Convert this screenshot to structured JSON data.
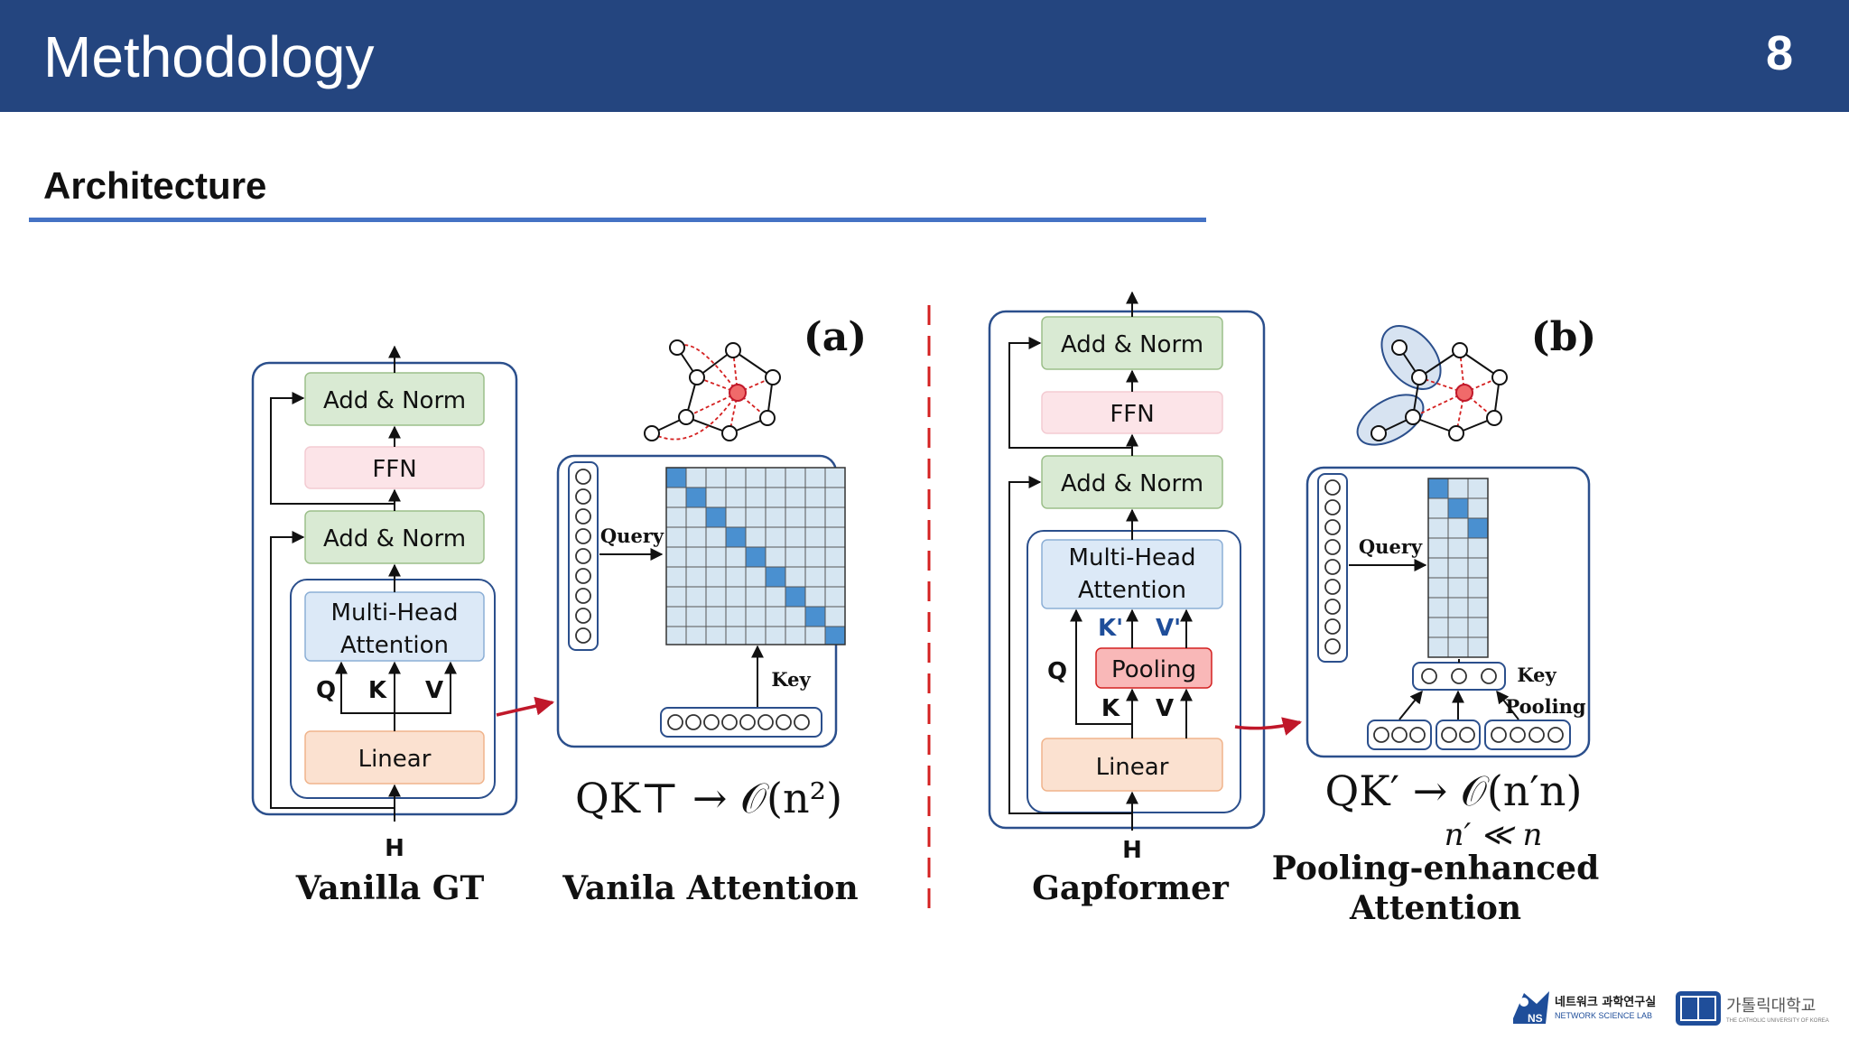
{
  "header": {
    "title": "Methodology",
    "page_number": "8"
  },
  "section": {
    "title": "Architecture"
  },
  "figure": {
    "panel_a": {
      "tag": "(a)",
      "blocks": {
        "add_norm_top": "Add & Norm",
        "ffn": "FFN",
        "add_norm_bottom": "Add & Norm",
        "mha_line1": "Multi-Head",
        "mha_line2": "Attention",
        "linear": "Linear"
      },
      "qkv": {
        "q": "Q",
        "k": "K",
        "v": "V"
      },
      "input": "H",
      "caption": "Vanilla GT",
      "attention": {
        "query": "Query",
        "key": "Key",
        "equation": "QK⊤ → 𝒪(n²)",
        "caption": "Vanila Attention"
      }
    },
    "panel_b": {
      "tag": "(b)",
      "blocks": {
        "add_norm_top": "Add & Norm",
        "ffn": "FFN",
        "add_norm_bottom": "Add & Norm",
        "mha_line1": "Multi-Head",
        "mha_line2": "Attention",
        "pooling": "Pooling",
        "linear": "Linear"
      },
      "qkv": {
        "q": "Q",
        "k_prime": "K'",
        "v_prime": "V'",
        "k": "K",
        "v": "V"
      },
      "input": "H",
      "caption": "Gapformer",
      "attention": {
        "query": "Query",
        "key": "Key",
        "pooling": "Pooling",
        "equation": "QK′ → 𝒪(n′n)",
        "condition": "n′ ≪ n",
        "caption_line1": "Pooling-enhanced",
        "caption_line2": "Attention"
      }
    }
  },
  "logos": {
    "lab_kr": "네트워크 과학연구실",
    "lab_en": "NETWORK SCIENCE LAB",
    "lab_mark": "NS",
    "univ_kr": "가톨릭대학교",
    "univ_en": "THE CATHOLIC UNIVERSITY OF KOREA"
  },
  "colors": {
    "header_bg": "#24457f",
    "rule": "#4472c4",
    "green_box": "#d9ead3",
    "pink_box": "#fce4e8",
    "blue_box": "#dce9f7",
    "orange_box": "#fbe1d0",
    "red_box": "#f9b8b8",
    "matrix_fill": "#d6e6f2",
    "matrix_diag": "#4a90d0",
    "arrow_red": "#c0182a"
  }
}
